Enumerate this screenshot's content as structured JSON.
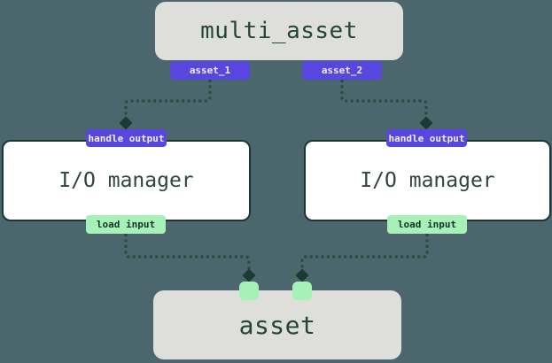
{
  "diagram": {
    "title_node": {
      "label": "multi_asset"
    },
    "asset_outputs": [
      {
        "label": "asset_1"
      },
      {
        "label": "asset_2"
      }
    ],
    "io_nodes": [
      {
        "label": "I/O manager",
        "top_badge": "handle output",
        "bottom_badge": "load input"
      },
      {
        "label": "I/O manager",
        "top_badge": "handle output",
        "bottom_badge": "load input"
      }
    ],
    "asset_node": {
      "label": "asset"
    },
    "colors": {
      "background": "#4b666c",
      "node_fill": "#dedfda",
      "node_text": "#24453c",
      "io_fill": "#ffffff",
      "io_border": "#1c362f",
      "io_text": "#32443f",
      "purple_badge": "#5847de",
      "purple_badge_text": "#efedff",
      "green_badge": "#a6f1b8",
      "green_badge_text": "#173229",
      "connector": "#2a4840",
      "arrowhead": "#1d3933"
    }
  }
}
